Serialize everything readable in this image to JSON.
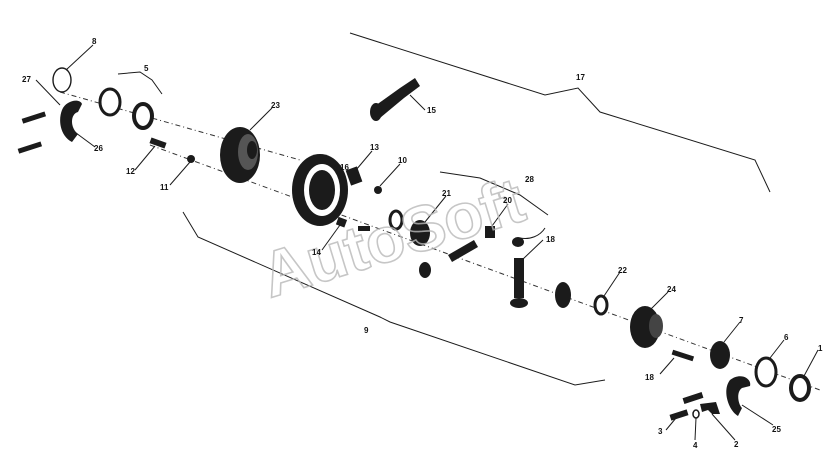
{
  "watermark": {
    "text": "AutoSoft",
    "color": "#b9b9b9"
  },
  "callouts": [
    "1",
    "2",
    "3",
    "4",
    "5",
    "6",
    "7",
    "8",
    "9",
    "10",
    "11",
    "12",
    "13",
    "14",
    "15",
    "16",
    "17",
    "18",
    "18",
    "20",
    "21",
    "22",
    "23",
    "24",
    "25",
    "26",
    "27",
    "28"
  ],
  "colors": {
    "ink": "#1b1b1b",
    "background": "#ffffff"
  }
}
